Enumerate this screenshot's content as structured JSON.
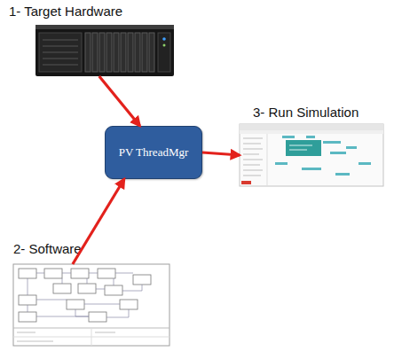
{
  "diagram": {
    "nodes": [
      {
        "text": [
          "1- Target Hardware"
        ]
      },
      {
        "text": [
          "3- Run Simulation"
        ]
      },
      {
        "text": [
          "PV ThreadMgr"
        ]
      },
      {
        "text": [
          "2- Software"
        ]
      }
    ],
    "edges": [
      {
        "from": 0,
        "to": 2,
        "arrow": "to"
      },
      {
        "from": 3,
        "to": 2,
        "arrow": "to"
      },
      {
        "from": 2,
        "to": 1,
        "arrow": "to"
      }
    ]
  }
}
